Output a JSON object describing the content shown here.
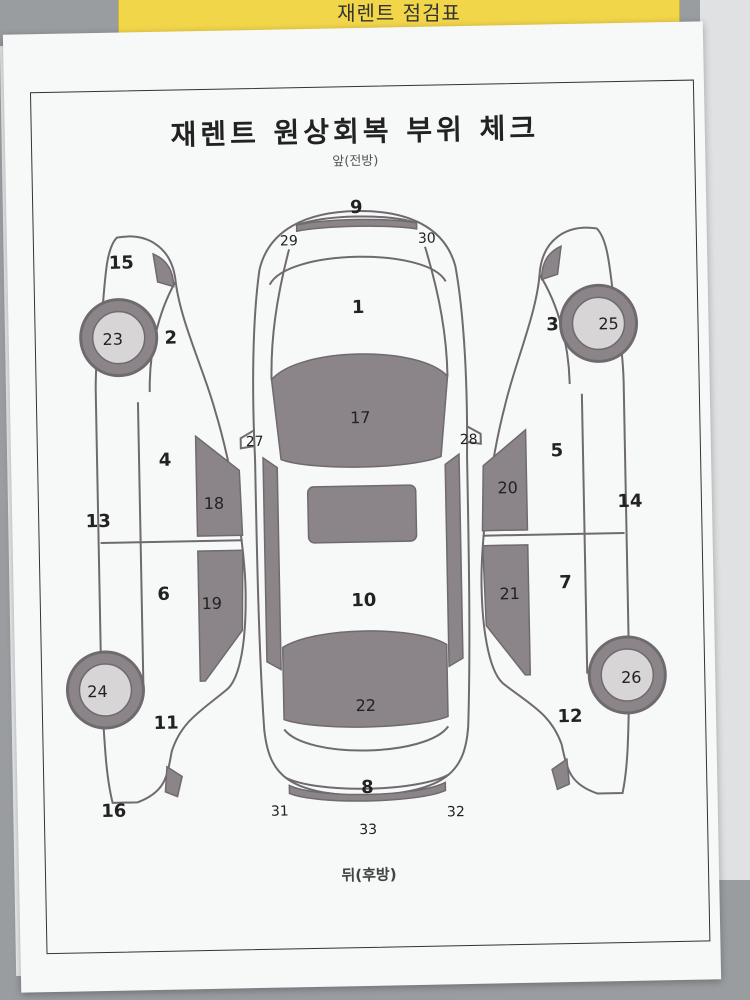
{
  "background_sheet_title": "재렌트 점검표",
  "title": "재렌트 원상회복 부위 체크",
  "front_label": "앞(전방)",
  "rear_label": "뒤(후방)",
  "parts": {
    "p1": "1",
    "p2": "2",
    "p3": "3",
    "p4": "4",
    "p5": "5",
    "p6": "6",
    "p7": "7",
    "p8": "8",
    "p9": "9",
    "p10": "10",
    "p11": "11",
    "p12": "12",
    "p13": "13",
    "p14": "14",
    "p15": "15",
    "p16": "16",
    "p17": "17",
    "p18": "18",
    "p19": "19",
    "p20": "20",
    "p21": "21",
    "p22": "22",
    "p23": "23",
    "p24": "24",
    "p25": "25",
    "p26": "26",
    "p27": "27",
    "p28": "28",
    "p29": "29",
    "p30": "30",
    "p31": "31",
    "p32": "32",
    "p33": "33"
  },
  "colors": {
    "glass": "#8b8589",
    "line": "#6e6a6d",
    "paper": "#f7f8f8"
  }
}
